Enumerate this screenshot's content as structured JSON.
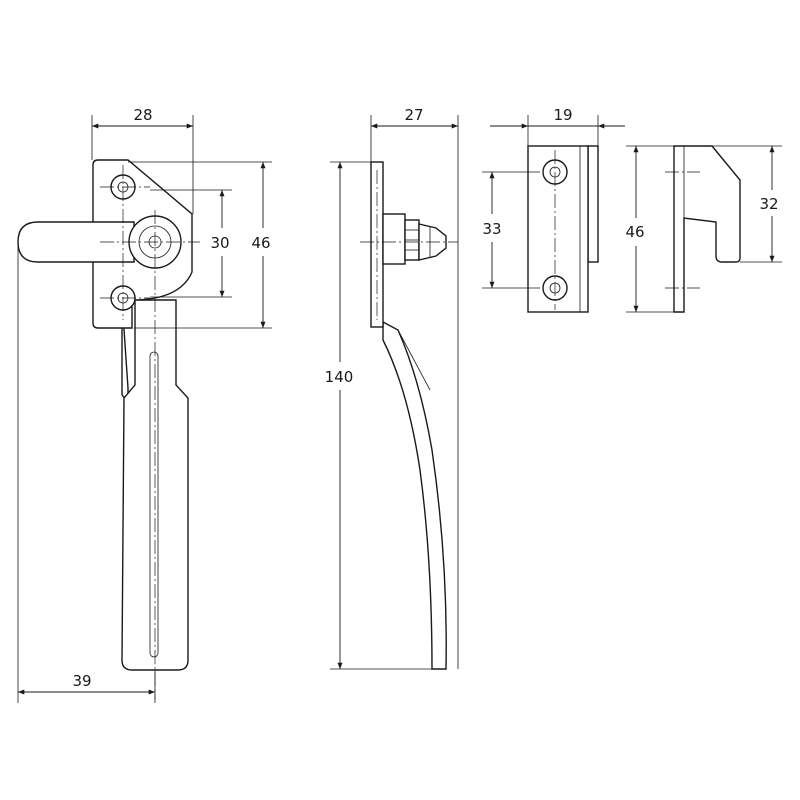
{
  "dimensions": {
    "handle_width": "28",
    "hole_spacing": "30",
    "plate_height": "46",
    "handle_reach": "39",
    "side_depth": "27",
    "overall_length": "140",
    "keeper_width": "19",
    "keeper_hole_spacing": "33",
    "keeper_height": "46",
    "hook_height": "32"
  }
}
